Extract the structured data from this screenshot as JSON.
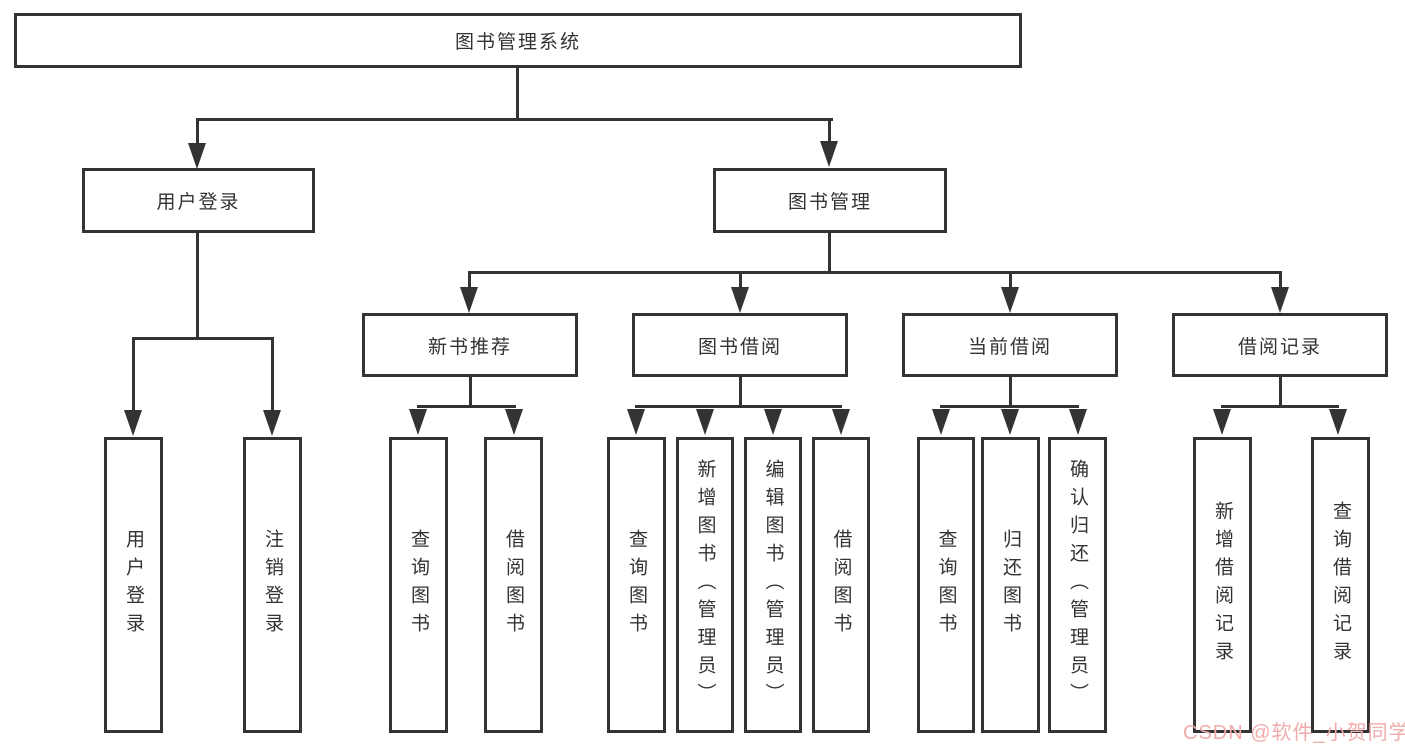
{
  "tree": {
    "label": "图书管理系统",
    "children": [
      {
        "label": "用户登录",
        "children": [
          {
            "label": "用户登录"
          },
          {
            "label": "注销登录"
          }
        ]
      },
      {
        "label": "图书管理",
        "children": [
          {
            "label": "新书推荐",
            "children": [
              {
                "label": "查询图书"
              },
              {
                "label": "借阅图书"
              }
            ]
          },
          {
            "label": "图书借阅",
            "children": [
              {
                "label": "查询图书"
              },
              {
                "label": "新增图书（管理员）"
              },
              {
                "label": "编辑图书（管理员）"
              },
              {
                "label": "借阅图书"
              }
            ]
          },
          {
            "label": "当前借阅",
            "children": [
              {
                "label": "查询图书"
              },
              {
                "label": "归还图书"
              },
              {
                "label": "确认归还（管理员）"
              }
            ]
          },
          {
            "label": "借阅记录",
            "children": [
              {
                "label": "新增借阅记录"
              },
              {
                "label": "查询借阅记录"
              }
            ]
          }
        ]
      }
    ]
  },
  "watermark": {
    "text": "CSDN @软件_小贺同学"
  },
  "colors": {
    "line": "#333333",
    "box_border": "#333333",
    "text": "#333333",
    "watermark": "#f0abab",
    "background": "#ffffff"
  }
}
